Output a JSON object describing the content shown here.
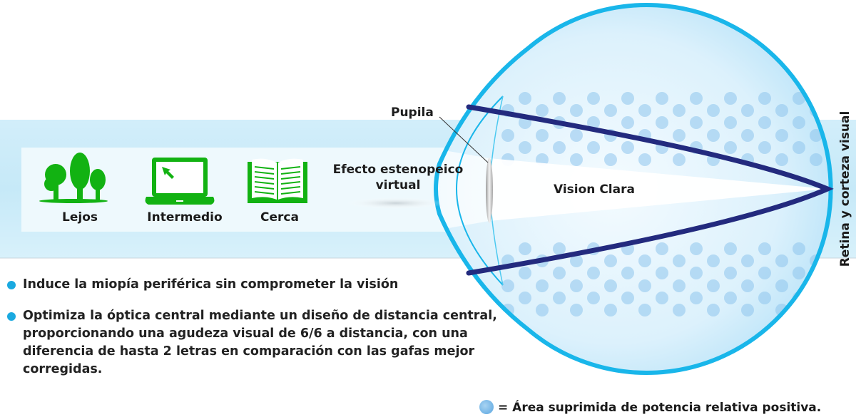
{
  "icons": [
    {
      "name": "trees-icon",
      "label": "Lejos"
    },
    {
      "name": "laptop-icon",
      "label": "Intermedio"
    },
    {
      "name": "book-icon",
      "label": "Cerca"
    }
  ],
  "labels": {
    "pupil": "Pupila",
    "pinhole_line1": "Efecto estenopeico",
    "pinhole_line2": "virtual",
    "clear_vision": "Vision Clara",
    "retina": "Retina y corteza visual"
  },
  "bullets": [
    "Induce la miopía periférica sin comprometer la visión",
    "Optimiza la óptica central mediante un diseño de distancia central, proporcionando una agudeza visual de 6/6 a distancia, con una diferencia de hasta 2 letras en comparación con las gafas mejor corregidas."
  ],
  "legend": "= Área suprimida de potencia relativa positiva.",
  "colors": {
    "green": "#12b212",
    "navy": "#232a7e",
    "eye_outline": "#19b6ea",
    "bullet": "#1aa9e0",
    "dots": "#8ec4ec"
  }
}
